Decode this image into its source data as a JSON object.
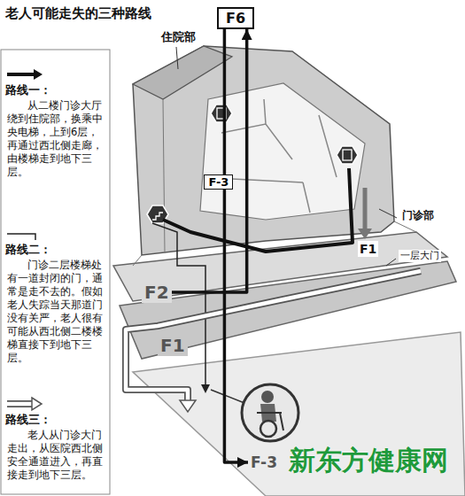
{
  "diagram": {
    "title": "老人可能走失的三种路线",
    "nodes": [
      {
        "text": [
          "F6"
        ]
      },
      {
        "text": [
          "F2"
        ]
      },
      {
        "text": [
          "F1"
        ]
      },
      {
        "text": [
          "F-3"
        ]
      }
    ],
    "edges": [
      {
        "from": 1,
        "to": 0,
        "arrow": "to"
      },
      {
        "from": 0,
        "to": 3,
        "label": "F-3",
        "arrow": "to"
      }
    ],
    "labels": [
      "住院部",
      "门诊部",
      "F1",
      "一层大门",
      "从二楼门诊大厅绕到住院部，换乘中央电梯，上到6层，再通过西北侧走廊，由楼梯走到地下三层。",
      "门诊二层楼梯处有一道封闭的门，通常是走不去的。假如老人失踪当天那道门没有关严，老人很有可能从西北侧二楼楼梯直接下到地下三层。",
      "老人从门诊大门走出，从医院西北侧安全通道进入，再直接走到地下三层。",
      "新东方健康网"
    ],
    "legend": [
      {
        "text": "路线一："
      },
      {
        "text": "路线二："
      },
      {
        "text": "路线三："
      }
    ]
  }
}
